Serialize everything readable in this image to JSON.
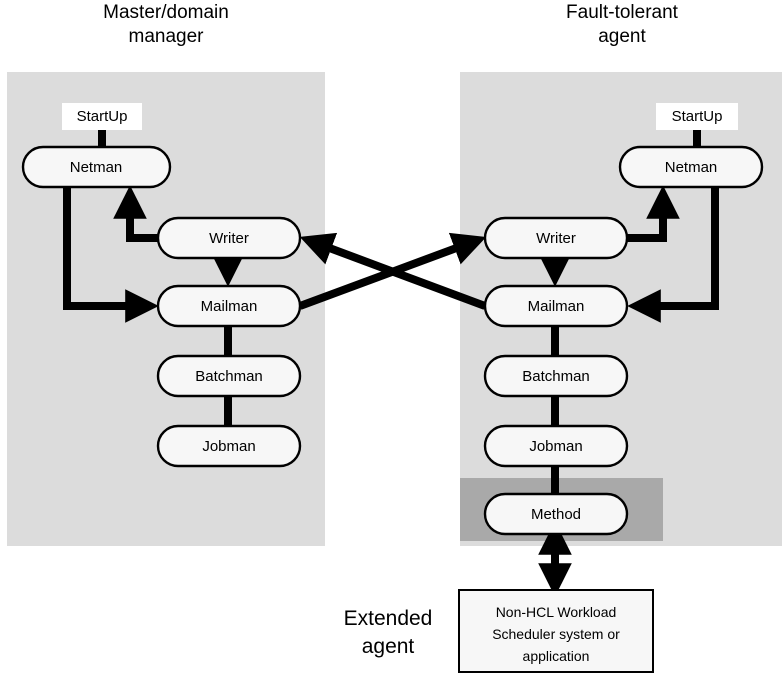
{
  "diagram": {
    "title_left": {
      "line1": "Master/domain",
      "line2": "manager"
    },
    "title_right": {
      "line1": "Fault-tolerant",
      "line2": "agent"
    },
    "title_extended": {
      "line1": "Extended",
      "line2": "agent"
    },
    "colors": {
      "panel_light": "#dcdcdc",
      "panel_dark": "#a9a9a9",
      "node_fill": "#f7f7f7",
      "startup_fill": "#ffffff",
      "stroke": "#000000",
      "background": "#ffffff"
    },
    "left_panel": {
      "name": "Master/domain manager",
      "startup": "StartUp",
      "nodes": [
        {
          "id": "netman",
          "label": "Netman"
        },
        {
          "id": "writer",
          "label": "Writer"
        },
        {
          "id": "mailman",
          "label": "Mailman"
        },
        {
          "id": "batchman",
          "label": "Batchman"
        },
        {
          "id": "jobman",
          "label": "Jobman"
        }
      ]
    },
    "right_panel": {
      "name": "Fault-tolerant agent",
      "startup": "StartUp",
      "nodes": [
        {
          "id": "netman",
          "label": "Netman"
        },
        {
          "id": "writer",
          "label": "Writer"
        },
        {
          "id": "mailman",
          "label": "Mailman"
        },
        {
          "id": "batchman",
          "label": "Batchman"
        },
        {
          "id": "jobman",
          "label": "Jobman"
        },
        {
          "id": "method",
          "label": "Method"
        }
      ]
    },
    "external_box": {
      "line1": "Non-HCL Workload",
      "line2": "Scheduler system or",
      "line3": "application"
    },
    "connections": [
      {
        "from": "left.startup",
        "to": "left.netman",
        "type": "line"
      },
      {
        "from": "left.netman",
        "to": "left.mailman",
        "type": "arrow"
      },
      {
        "from": "left.writer",
        "to": "left.netman",
        "type": "arrow"
      },
      {
        "from": "left.writer",
        "to": "left.mailman",
        "type": "arrow"
      },
      {
        "from": "left.mailman",
        "to": "left.batchman",
        "type": "line"
      },
      {
        "from": "left.batchman",
        "to": "left.jobman",
        "type": "line"
      },
      {
        "from": "right.startup",
        "to": "right.netman",
        "type": "line"
      },
      {
        "from": "right.netman",
        "to": "right.mailman",
        "type": "arrow"
      },
      {
        "from": "right.writer",
        "to": "right.netman",
        "type": "arrow"
      },
      {
        "from": "right.writer",
        "to": "right.mailman",
        "type": "arrow"
      },
      {
        "from": "right.mailman",
        "to": "right.batchman",
        "type": "line"
      },
      {
        "from": "right.batchman",
        "to": "right.jobman",
        "type": "line"
      },
      {
        "from": "right.jobman",
        "to": "right.method",
        "type": "line"
      },
      {
        "from": "left.mailman",
        "to": "right.writer",
        "type": "arrow"
      },
      {
        "from": "right.mailman",
        "to": "left.writer",
        "type": "arrow"
      },
      {
        "from": "right.method",
        "to": "external_box",
        "type": "double-arrow"
      }
    ]
  }
}
